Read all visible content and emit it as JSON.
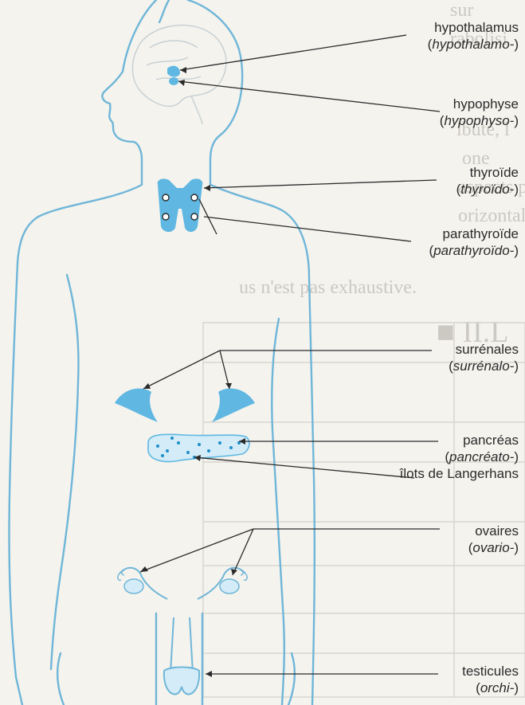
{
  "colors": {
    "body_outline": "#6fb6d8",
    "gland_fill": "#5fb7e2",
    "gland_light": "#d3ecf8",
    "pointer": "#2b2b2b",
    "text": "#2a2a2a"
  },
  "diagram": {
    "labels": [
      {
        "name": "hypothalamus",
        "term": "hypothalamo-"
      },
      {
        "name": "hypophyse",
        "term": "hypophyso-"
      },
      {
        "name": "thyroïde",
        "term": "thyroïdo-"
      },
      {
        "name": "parathyroïde",
        "term": "parathyroïdo-"
      },
      {
        "name": "surrénales",
        "term": "surrénalo-"
      },
      {
        "name": "pancréas",
        "term": "pancréato-",
        "extra": "îlots de Langerhans"
      },
      {
        "name": "ovaires",
        "term": "ovario-"
      },
      {
        "name": "testicules",
        "term": "orchi-"
      }
    ]
  }
}
